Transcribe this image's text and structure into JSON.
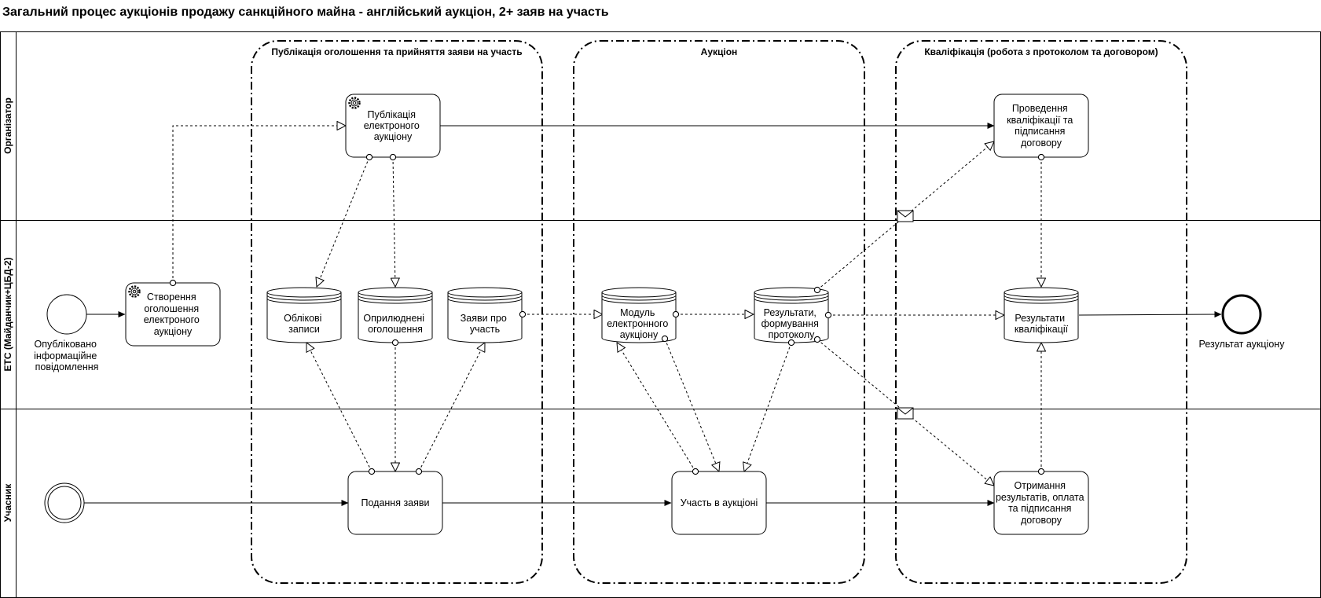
{
  "title": "Загальний процес аукціонів продажу санкційного майна - англійський аукціон, 2+ заяв на участь",
  "lanes": {
    "organizer": "Організатор",
    "ets": "ЕТС (Майданчик+ЦБД-2)",
    "participant": "Учасник"
  },
  "groups": {
    "publication": "Публікація оголошення та прийняття заяви на участь",
    "auction": "Аукціон",
    "qualification": "Кваліфікація (робота з протоколом та договором)"
  },
  "tasks": {
    "publish": [
      "Публікація",
      "електроного",
      "аукціону"
    ],
    "qualify": [
      "Проведення",
      "кваліфікації та",
      "підписання",
      "договору"
    ],
    "create": [
      "Створення",
      "оголошення",
      "електроного",
      "аукціону"
    ],
    "submit": [
      "Подання заяви"
    ],
    "participate": [
      "Участь в аукціоні"
    ],
    "receive": [
      "Отримання",
      "результатів, оплата",
      "та підписання",
      "договору"
    ]
  },
  "stores": {
    "records": [
      "Облікові",
      "записи"
    ],
    "published": [
      "Оприлюднені",
      "оголошення"
    ],
    "applications": [
      "Заяви про",
      "участь"
    ],
    "module": [
      "Модуль",
      "електронного",
      "аукціону"
    ],
    "results_protocol": [
      "Результати,",
      "формування",
      "протоколу"
    ],
    "qual_results": [
      "Результати",
      "кваліфікації"
    ]
  },
  "events": {
    "start_ets": [
      "Опубліковано",
      "інформаційне",
      "повідомлення"
    ],
    "end": [
      "Результат аукціону"
    ]
  },
  "colors": {
    "stroke": "#000000",
    "background": "#ffffff"
  }
}
